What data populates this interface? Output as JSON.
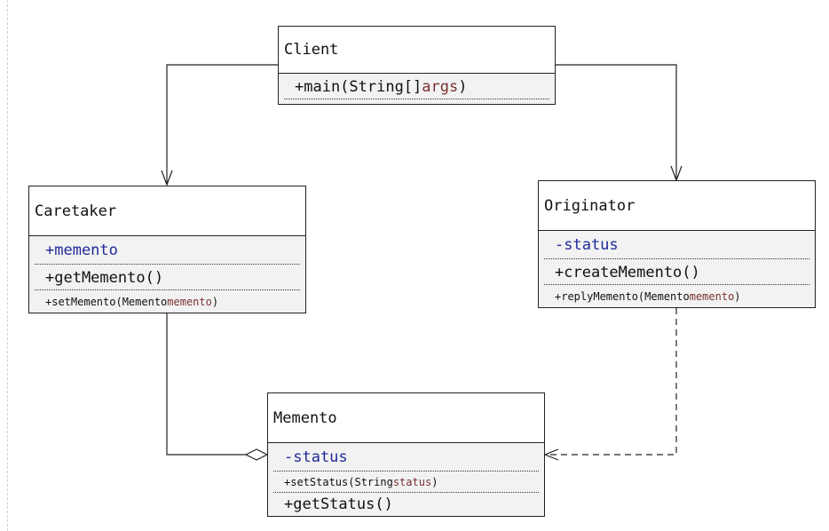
{
  "classes": {
    "client": {
      "name": "Client",
      "ops": [
        {
          "prefix": "+main(String[] ",
          "param": "args",
          "suffix": ")"
        }
      ]
    },
    "caretaker": {
      "name": "Caretaker",
      "attrs": [
        "+memento"
      ],
      "ops": [
        {
          "prefix": "+getMemento()",
          "param": "",
          "suffix": ""
        },
        {
          "prefix": "+setMemento(Memento ",
          "param": "memento",
          "suffix": ")"
        }
      ]
    },
    "originator": {
      "name": "Originator",
      "attrs": [
        "-status"
      ],
      "ops": [
        {
          "prefix": "+createMemento()",
          "param": "",
          "suffix": ""
        },
        {
          "prefix": "+replyMemento(Memento ",
          "param": "memento",
          "suffix": ")"
        }
      ]
    },
    "memento": {
      "name": "Memento",
      "attrs": [
        "-status"
      ],
      "ops": [
        {
          "prefix": "+setStatus(String ",
          "param": "status",
          "suffix": ")"
        },
        {
          "prefix": "+getStatus()",
          "param": "",
          "suffix": ""
        }
      ]
    }
  },
  "relations": [
    {
      "from": "Client",
      "to": "Caretaker",
      "kind": "association"
    },
    {
      "from": "Client",
      "to": "Originator",
      "kind": "association"
    },
    {
      "from": "Caretaker",
      "to": "Memento",
      "kind": "aggregation"
    },
    {
      "from": "Originator",
      "to": "Memento",
      "kind": "dependency"
    }
  ],
  "colors": {
    "attribute": "#1f2a9a",
    "parameter": "#7a3030",
    "line": "#222222",
    "class_body": "#f2f2f2",
    "class_header": "#ffffff"
  }
}
